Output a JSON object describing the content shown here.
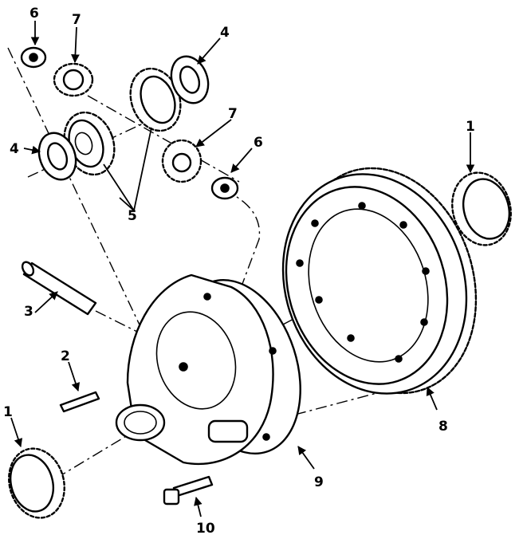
{
  "callouts": {
    "c1_right": "1",
    "c1_left": "1",
    "c2": "2",
    "c3": "3",
    "c4_right": "4",
    "c4_left": "4",
    "c5": "5",
    "c6_top": "6",
    "c6_mid": "6",
    "c7_top": "7",
    "c7_mid": "7",
    "c8": "8",
    "c9": "9",
    "c10": "10"
  },
  "colors": {
    "ink": "#000000",
    "paper": "#ffffff"
  }
}
